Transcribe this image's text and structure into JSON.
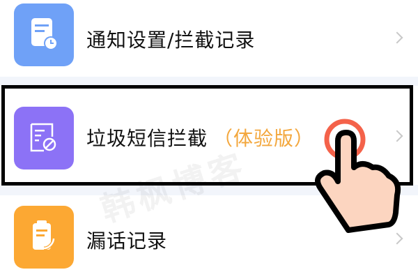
{
  "menu": {
    "items": [
      {
        "label": "通知设置/拦截记录",
        "icon": "notification-record-icon",
        "color": "#6fa1f7"
      },
      {
        "label": "垃圾短信拦截",
        "badge": "（体验版）",
        "icon": "spam-sms-block-icon",
        "color": "#8c72f6"
      },
      {
        "label": "漏话记录",
        "icon": "missed-call-record-icon",
        "color": "#fca833"
      }
    ]
  },
  "watermark": {
    "text": "韩枫博客"
  },
  "annotation": {
    "tap_color": "#f4624a",
    "highlight_color": "#000000"
  }
}
